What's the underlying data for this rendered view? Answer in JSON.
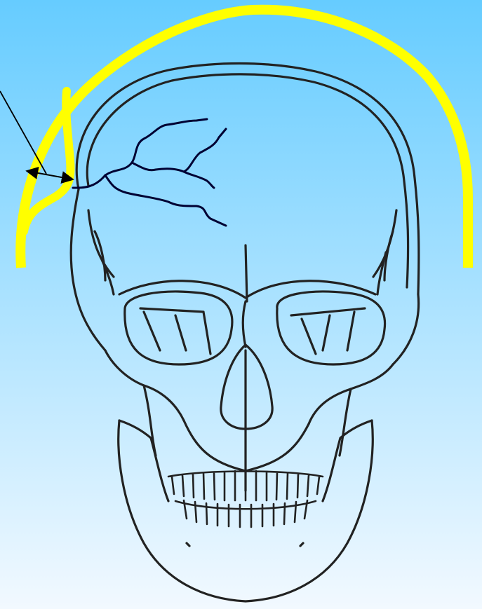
{
  "colors": {
    "background_top": "#66ccff",
    "background_bottom": "#f2f9ff",
    "outline_highlight": "#ffff00",
    "skull_line": "#222222",
    "fracture_line": "#000033",
    "arrow_line": "#000000"
  },
  "figure": {
    "subject": "skull-front-view",
    "highlight": "scalp-outline",
    "annotation": "thickness-arrow"
  }
}
